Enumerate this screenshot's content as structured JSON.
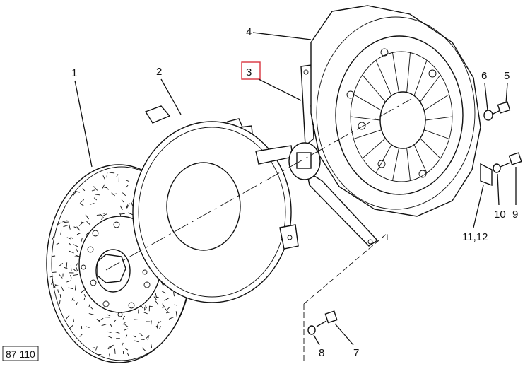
{
  "diagram_code": "87 110",
  "highlight_color": "#d9333f",
  "callouts": [
    {
      "id": "1",
      "text": "1"
    },
    {
      "id": "2",
      "text": "2"
    },
    {
      "id": "3",
      "text": "3",
      "highlighted": true
    },
    {
      "id": "4",
      "text": "4"
    },
    {
      "id": "5",
      "text": "5"
    },
    {
      "id": "6",
      "text": "6"
    },
    {
      "id": "7",
      "text": "7"
    },
    {
      "id": "8",
      "text": "8"
    },
    {
      "id": "9",
      "text": "9"
    },
    {
      "id": "10",
      "text": "10"
    },
    {
      "id": "11",
      "text": "11,12"
    }
  ]
}
